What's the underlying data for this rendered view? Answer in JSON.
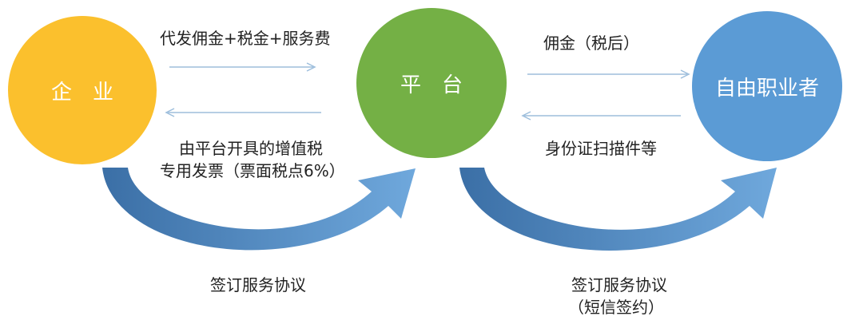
{
  "nodes": {
    "enterprise": {
      "label": "企　业",
      "color": "#FBC02D"
    },
    "platform": {
      "label": "平　台",
      "color": "#74B045"
    },
    "freelancer": {
      "label": "自由职业者",
      "color": "#5B9BD5"
    }
  },
  "edges": {
    "ent_to_plat_label": "代发佣金+税金+服务费",
    "plat_to_ent_label_1": "由平台开具的增值税",
    "plat_to_ent_label_2": "专用发票（票面税点6%）",
    "plat_to_free_label": "佣金（税后）",
    "free_to_plat_label": "身份证扫描件等"
  },
  "agreements": {
    "left_label": "签订服务协议",
    "right_label_1": "签订服务协议",
    "right_label_2": "（短信签约）"
  },
  "colors": {
    "arrow_line": "#9DBEDC",
    "curve_dark": "#3B6FA6",
    "curve_light": "#6FA8DC"
  }
}
